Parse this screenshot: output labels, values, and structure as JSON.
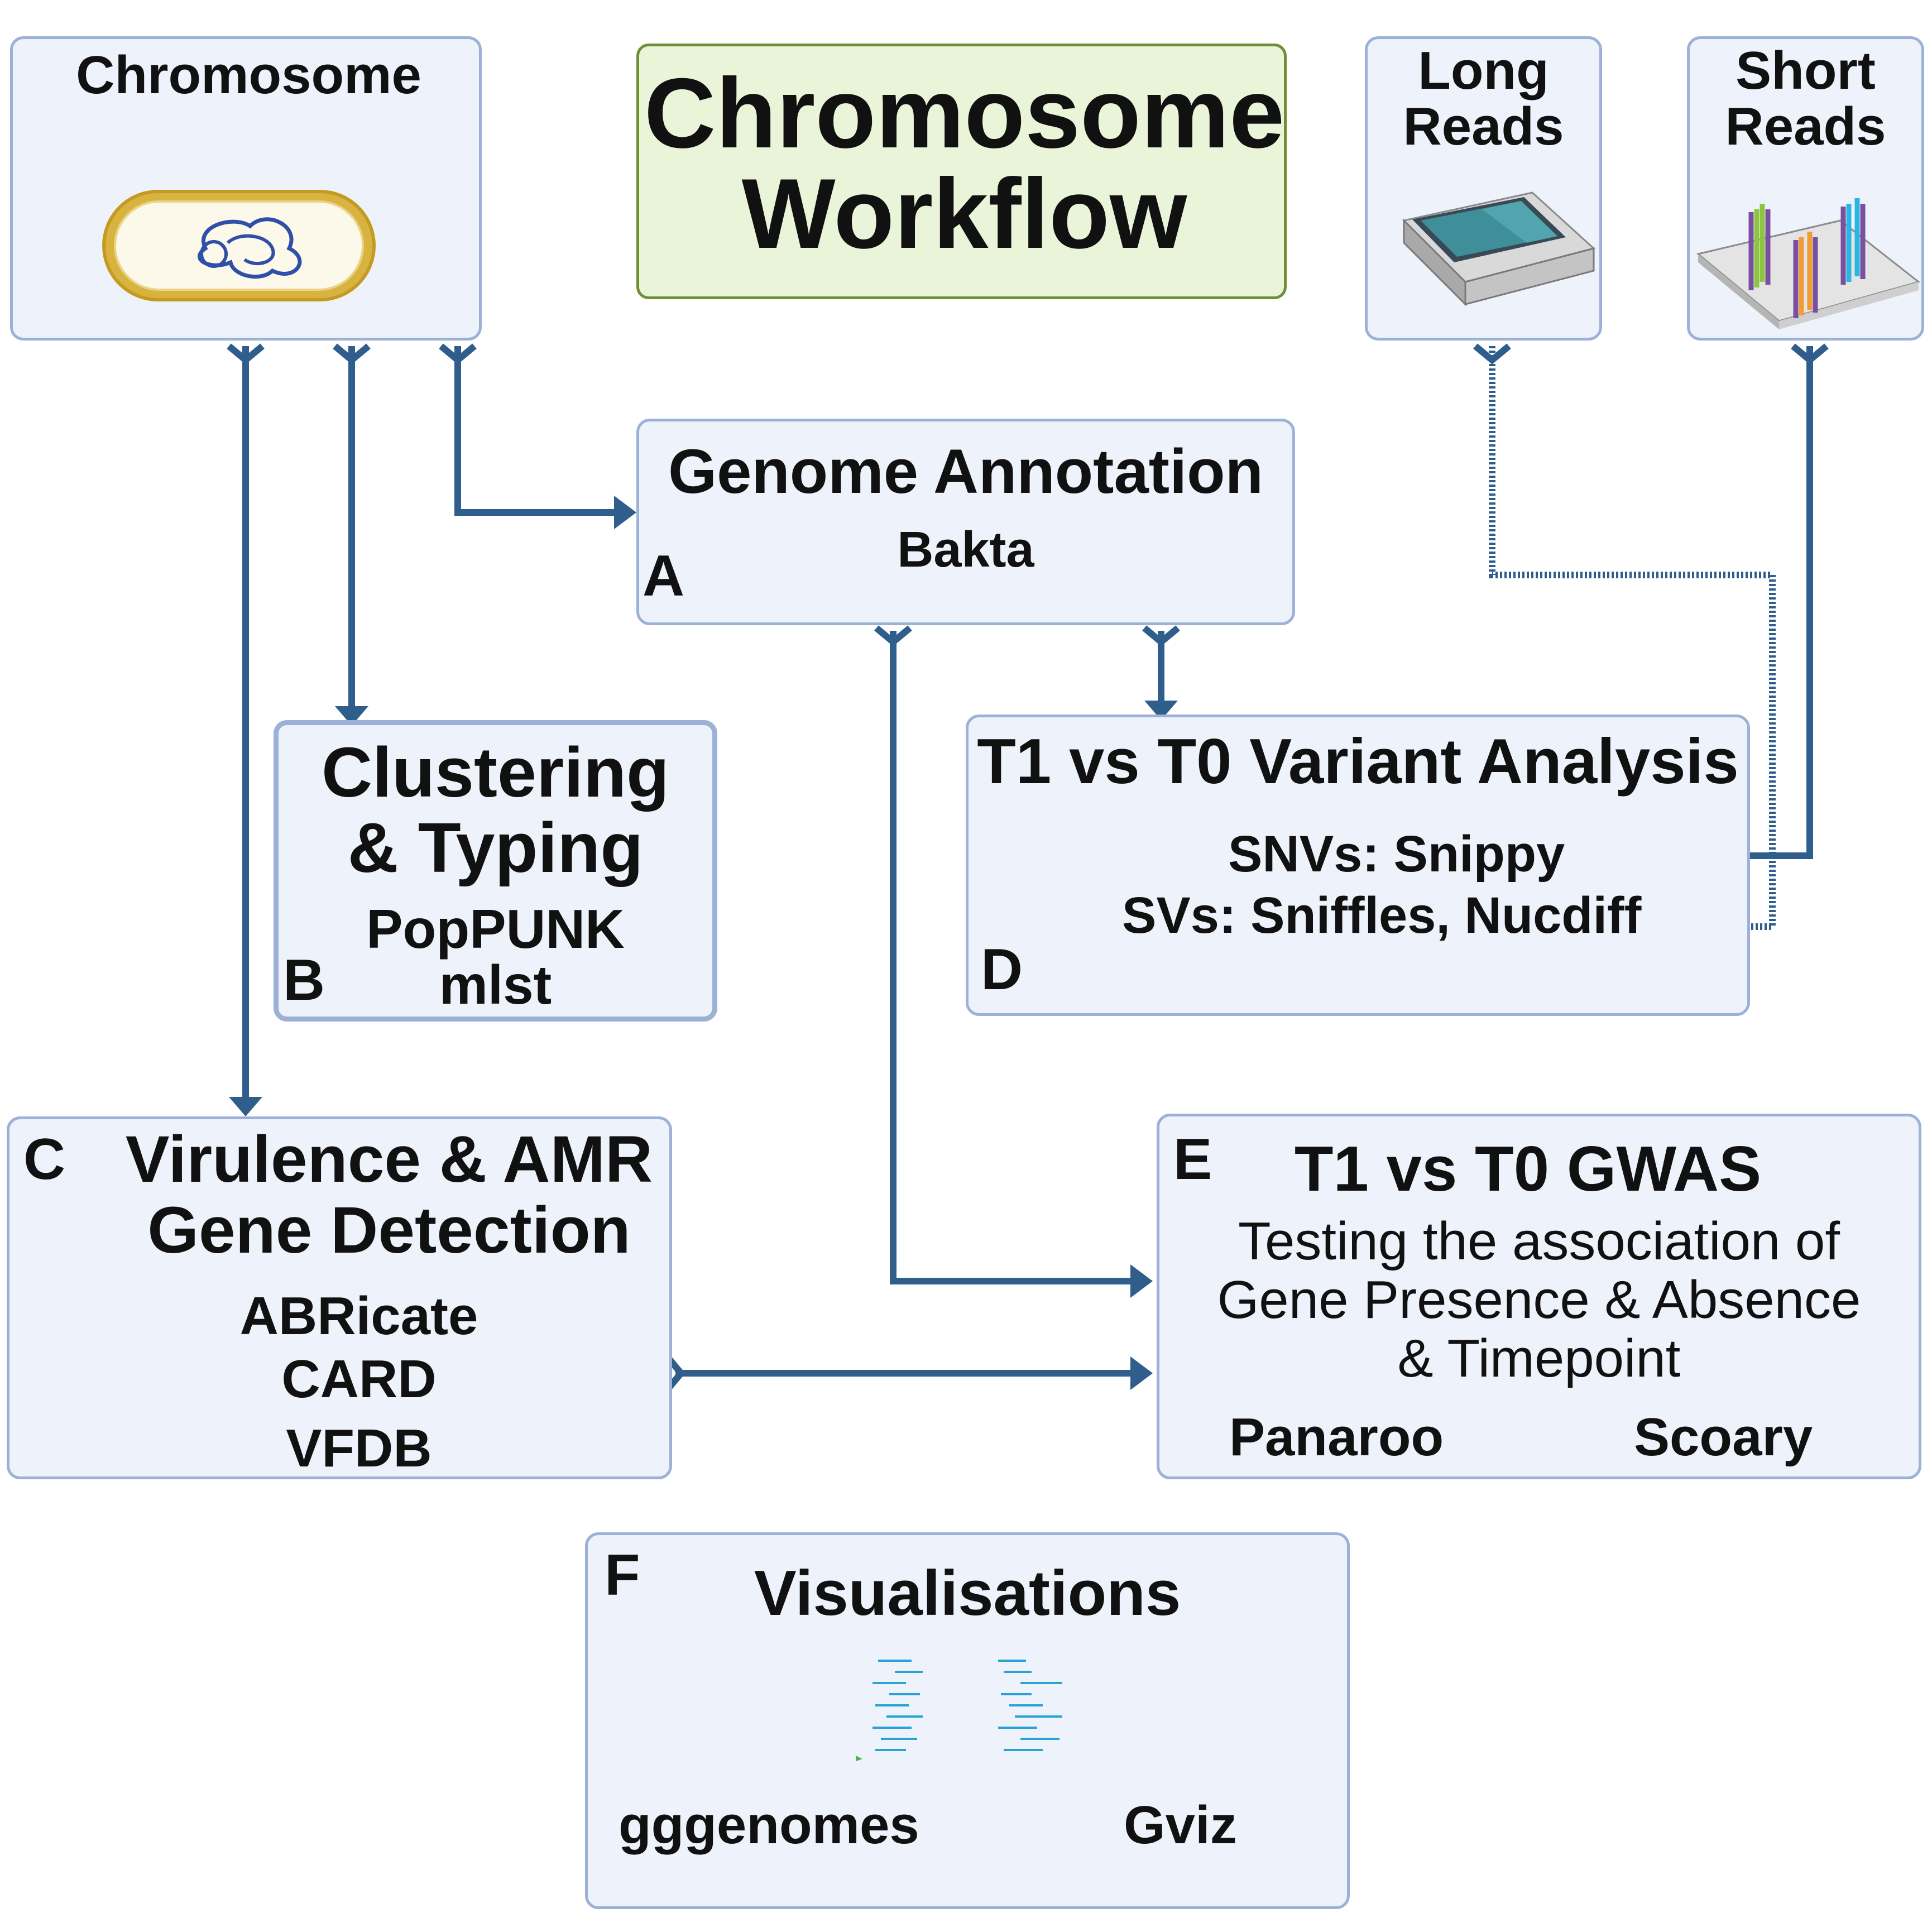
{
  "title": {
    "line1": "Chromosome",
    "line2": "Workflow"
  },
  "chromosome": {
    "label": "Chromosome"
  },
  "long_reads": {
    "line1": "Long",
    "line2": "Reads"
  },
  "short_reads": {
    "line1": "Short",
    "line2": "Reads"
  },
  "annotation": {
    "letter": "A",
    "title": "Genome Annotation",
    "tool": "Bakta"
  },
  "clustering": {
    "letter": "B",
    "title1": "Clustering",
    "title2": "& Typing",
    "tool1": "PopPUNK",
    "tool2": "mlst"
  },
  "virulence": {
    "letter": "C",
    "title1": "Virulence & AMR",
    "title2": "Gene Detection",
    "tool1": "ABRicate",
    "tool2": "CARD",
    "tool3": "VFDB"
  },
  "variant": {
    "letter": "D",
    "title": "T1 vs T0 Variant Analysis",
    "snv": "SNVs: Snippy",
    "sv": "SVs: Sniffles, Nucdiff"
  },
  "gwas": {
    "letter": "E",
    "title": "T1 vs T0 GWAS",
    "desc1": "Testing the association of",
    "desc2": "Gene Presence & Absence",
    "desc3": "& Timepoint",
    "tool1": "Panaroo",
    "tool2": "Scoary"
  },
  "visualisations": {
    "letter": "F",
    "title": "Visualisations",
    "tool1": "gggenomes",
    "tool2": "Gviz"
  },
  "colors": {
    "arrow": "#2f5e8c",
    "box_fill": "#edf2fb",
    "box_border": "#9db1d8",
    "title_fill": "#e9f4d8",
    "title_border": "#6f8f34"
  }
}
